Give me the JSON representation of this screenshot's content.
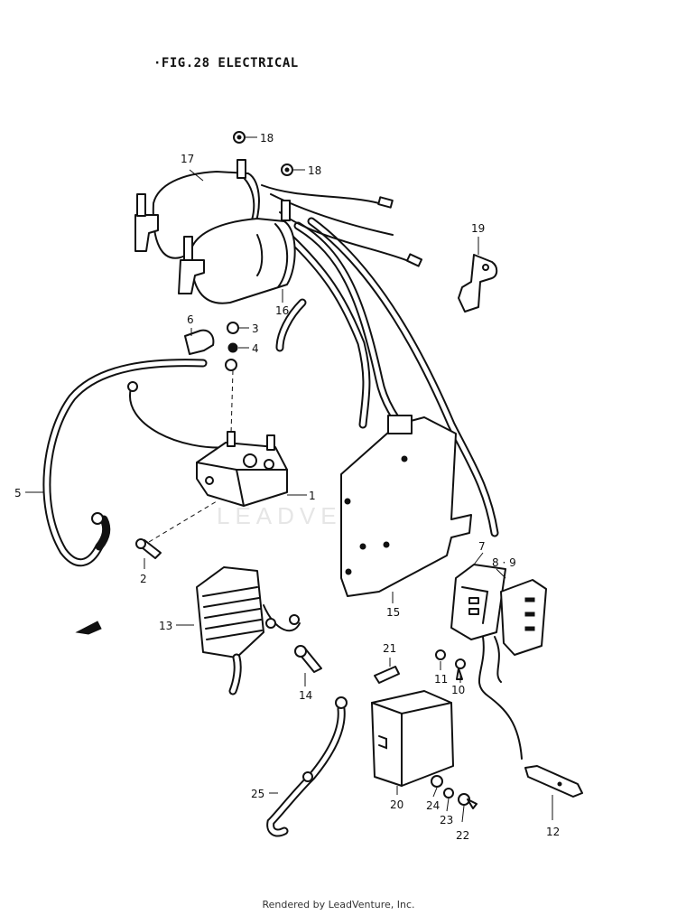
{
  "figure": {
    "title": "·FIG.28  ELECTRICAL"
  },
  "watermark": "LEADVENTURE",
  "footer": "Rendered by LeadVenture, Inc.",
  "callouts": {
    "n1": "1",
    "n2": "2",
    "n3": "3",
    "n4": "4",
    "n5": "5",
    "n6": "6",
    "n7": "7",
    "n89": "8 · 9",
    "n10": "10",
    "n11": "11",
    "n12": "12",
    "n13": "13",
    "n14": "14",
    "n15": "15",
    "n16": "16",
    "n17": "17",
    "n18a": "18",
    "n18b": "18",
    "n19": "19",
    "n20": "20",
    "n21": "21",
    "n22": "22",
    "n23": "23",
    "n24": "24",
    "n25": "25"
  }
}
